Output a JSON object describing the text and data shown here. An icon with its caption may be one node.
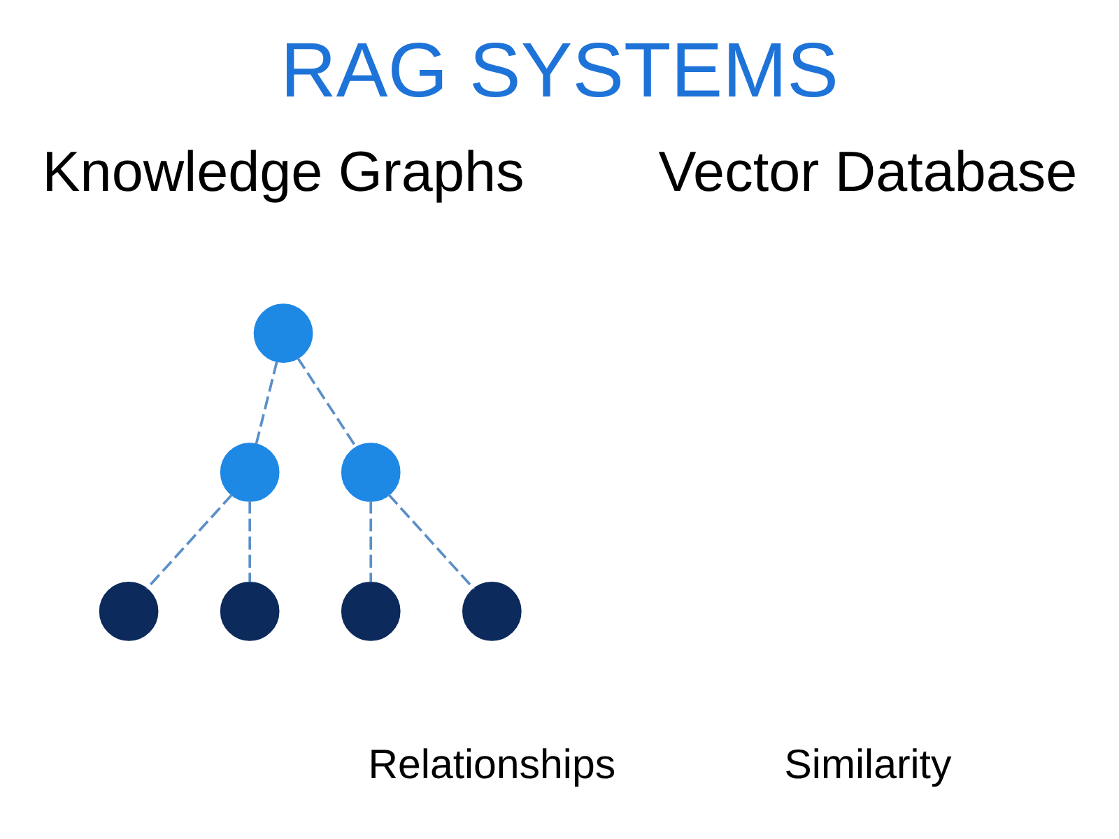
{
  "diagram": {
    "title": "RAG SYSTEMS",
    "nodes": [
      {
        "text": [
          "Knowledge Graphs"
        ]
      },
      {
        "text": [],
        "shape": "circle"
      },
      {
        "text": [],
        "shape": "circle"
      },
      {
        "text": [],
        "shape": "circle"
      },
      {
        "text": [],
        "shape": "circle"
      },
      {
        "text": [],
        "shape": "circle"
      },
      {
        "text": [],
        "shape": "circle"
      },
      {
        "text": [],
        "shape": "circle"
      },
      {
        "text": [
          "Vector Database"
        ]
      }
    ],
    "edges": [
      {
        "from": 1,
        "to": 2,
        "arrow": "none",
        "style": "dashed"
      },
      {
        "from": 1,
        "to": 3,
        "arrow": "none",
        "style": "dashed"
      },
      {
        "from": 2,
        "to": 4,
        "arrow": "none",
        "style": "dashed"
      },
      {
        "from": 2,
        "to": 5,
        "arrow": "none",
        "style": "dashed"
      },
      {
        "from": 3,
        "to": 6,
        "arrow": "none",
        "style": "dashed"
      },
      {
        "from": 3,
        "to": 7,
        "arrow": "none",
        "style": "dashed"
      }
    ],
    "labels": [
      "Relationships",
      "Similarity"
    ]
  }
}
